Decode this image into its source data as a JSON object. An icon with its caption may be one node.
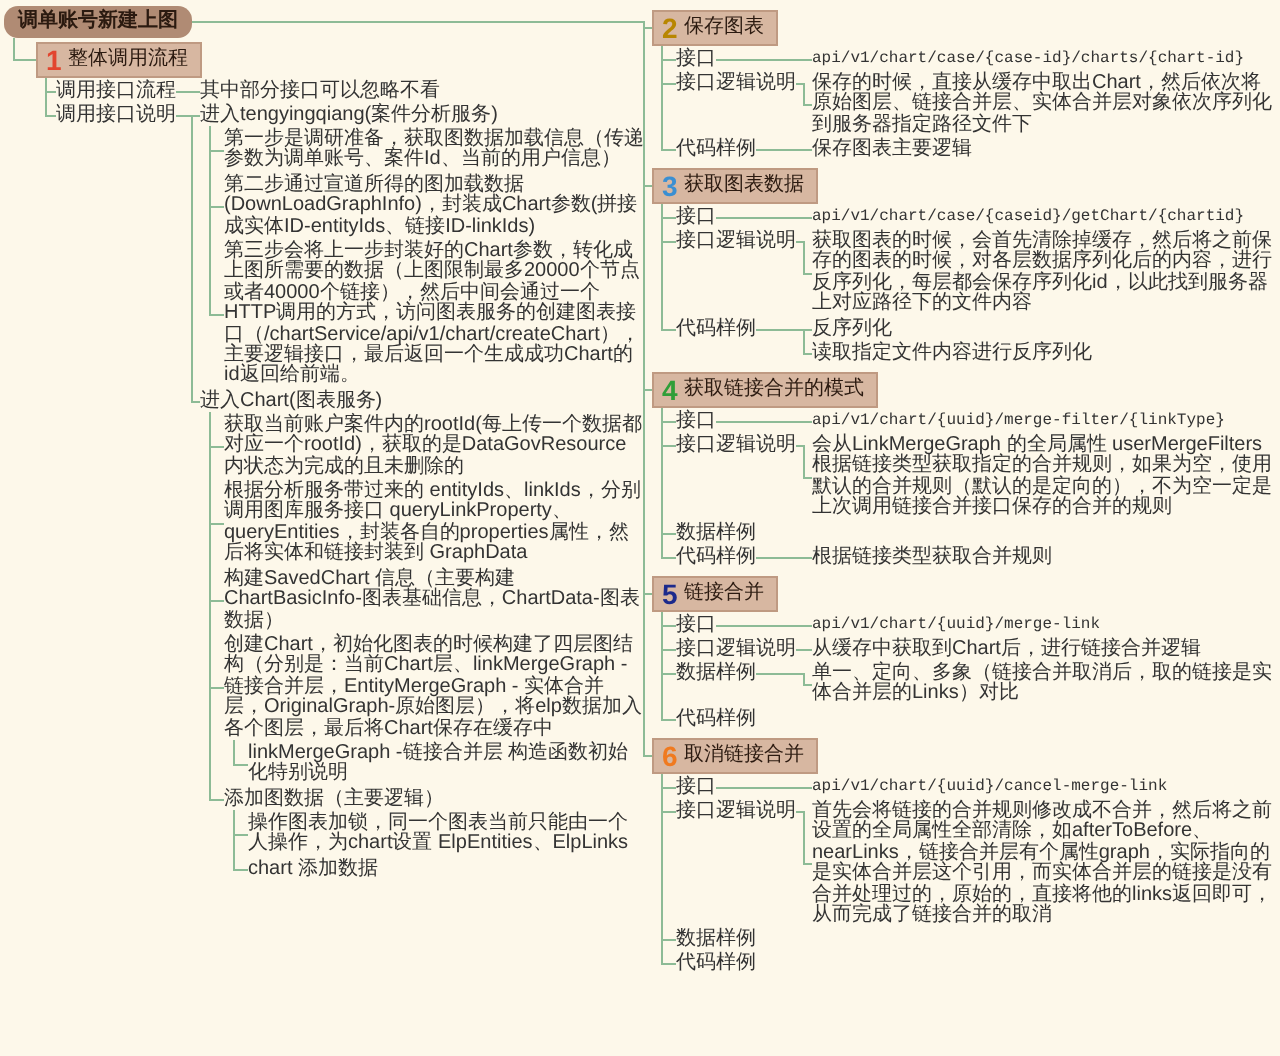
{
  "diagram": {
    "nodes": [
      {
        "text": [
          "调单账号新建上图"
        ]
      },
      {
        "text": [
          "1",
          "整体调用流程"
        ]
      },
      {
        "text": [
          "调用接口流程"
        ]
      },
      {
        "text": [
          "其中部分接口可以忽略不看"
        ]
      },
      {
        "text": [
          "调用接口说明"
        ]
      },
      {
        "text": [
          "进入tengyingqiang(案件分析服务)"
        ]
      },
      {
        "text": [
          "第一步是调研准备，获取图数据加载信息（传递参数为调单账号、案件Id、当前的用户信息）"
        ]
      },
      {
        "text": [
          "第二步通过宣道所得的图加载数据(DownLoadGraphInfo)，封装成Chart参数(拼接成实体ID-entityIds、链接ID-linkIds)"
        ]
      },
      {
        "text": [
          "第三步会将上一步封装好的Chart参数，转化成上图所需要的数据（上图限制最多20000个节点或者40000个链接），然后中间会通过一个HTTP调用的方式，访问图表服务的创建图表接口（/chartService/api/v1/chart/createChart），主要逻辑接口，最后返回一个生成成功Chart的id返回给前端。"
        ]
      },
      {
        "text": [
          "进入Chart(图表服务)"
        ]
      },
      {
        "text": [
          "获取当前账户案件内的rootId(每上传一个数据都对应一个rootId)，获取的是DataGovResource内状态为完成的且未删除的"
        ]
      },
      {
        "text": [
          "根据分析服务带过来的 entityIds、linkIds，分别调用图库服务接口 queryLinkProperty、queryEntities，封装各自的properties属性，然后将实体和链接封装到 GraphData"
        ]
      },
      {
        "text": [
          "构建SavedChart 信息（主要构建ChartBasicInfo-图表基础信息，ChartData-图表数据）"
        ]
      },
      {
        "text": [
          "创建Chart，初始化图表的时候构建了四层图结构（分别是：当前Chart层、linkMergeGraph -链接合并层，EntityMergeGraph - 实体合并层，OriginalGraph-原始图层），将elp数据加入各个图层，最后将Chart保存在缓存中"
        ]
      },
      {
        "text": [
          "linkMergeGraph -链接合并层 构造函数初始化特别说明"
        ]
      },
      {
        "text": [
          "添加图数据（主要逻辑）"
        ]
      },
      {
        "text": [
          "操作图表加锁，同一个图表当前只能由一个人操作，为chart设置 ElpEntities、ElpLinks"
        ]
      },
      {
        "text": [
          "chart 添加数据"
        ]
      },
      {
        "text": [
          "2",
          "保存图表"
        ]
      },
      {
        "text": [
          "接口"
        ]
      },
      {
        "text": [
          "api/v1/chart/case/{case-id}/charts/{chart-id}"
        ]
      },
      {
        "text": [
          "接口逻辑说明"
        ]
      },
      {
        "text": [
          "保存的时候，直接从缓存中取出Chart，然后依次将原始图层、链接合并层、实体合并层对象依次序列化到服务器指定路径文件下"
        ]
      },
      {
        "text": [
          "代码样例"
        ]
      },
      {
        "text": [
          "保存图表主要逻辑"
        ]
      },
      {
        "text": [
          "3",
          "获取图表数据"
        ]
      },
      {
        "text": [
          "接口"
        ]
      },
      {
        "text": [
          "api/v1/chart/case/{caseid}/getChart/{chartid}"
        ]
      },
      {
        "text": [
          "接口逻辑说明"
        ]
      },
      {
        "text": [
          "获取图表的时候，会首先清除掉缓存，然后将之前保存的图表的时候，对各层数据序列化后的内容，进行反序列化，每层都会保存序列化id，以此找到服务器上对应路径下的文件内容"
        ]
      },
      {
        "text": [
          "代码样例"
        ]
      },
      {
        "text": [
          "反序列化"
        ]
      },
      {
        "text": [
          "读取指定文件内容进行反序列化"
        ]
      },
      {
        "text": [
          "4",
          "获取链接合并的模式"
        ]
      },
      {
        "text": [
          "接口"
        ]
      },
      {
        "text": [
          "api/v1/chart/{uuid}/merge-filter/{linkType}"
        ]
      },
      {
        "text": [
          "接口逻辑说明"
        ]
      },
      {
        "text": [
          "会从LinkMergeGraph 的全局属性 userMergeFilters 根据链接类型获取指定的合并规则，如果为空，使用默认的合并规则（默认的是定向的），不为空一定是上次调用链接合并接口保存的合并的规则"
        ]
      },
      {
        "text": [
          "数据样例"
        ]
      },
      {
        "text": [
          "代码样例"
        ]
      },
      {
        "text": [
          "根据链接类型获取合并规则"
        ]
      },
      {
        "text": [
          "5",
          "链接合并"
        ]
      },
      {
        "text": [
          "接口"
        ]
      },
      {
        "text": [
          "api/v1/chart/{uuid}/merge-link"
        ]
      },
      {
        "text": [
          "接口逻辑说明"
        ]
      },
      {
        "text": [
          "从缓存中获取到Chart后，进行链接合并逻辑"
        ]
      },
      {
        "text": [
          "数据样例"
        ]
      },
      {
        "text": [
          "单一、定向、多象（链接合并取消后，取的链接是实体合并层的Links）对比"
        ]
      },
      {
        "text": [
          "代码样例"
        ]
      },
      {
        "text": [
          "6",
          "取消链接合并"
        ]
      },
      {
        "text": [
          "接口"
        ]
      },
      {
        "text": [
          "api/v1/chart/{uuid}/cancel-merge-link"
        ]
      },
      {
        "text": [
          "接口逻辑说明"
        ]
      },
      {
        "text": [
          "首先会将链接的合并规则修改成不合并，然后将之前设置的全局属性全部清除，如afterToBefore、nearLinks，链接合并层有个属性graph，实际指向的是实体合并层这个引用，而实体合并层的链接是没有合并处理过的，原始的，直接将他的links返回即可，从而完成了链接合并的取消"
        ]
      },
      {
        "text": [
          "数据样例"
        ]
      },
      {
        "text": [
          "代码样例"
        ]
      }
    ],
    "edges": [
      {
        "from": 0,
        "to": 1,
        "arrow": "none"
      },
      {
        "from": 1,
        "to": 2,
        "arrow": "none"
      },
      {
        "from": 2,
        "to": 3,
        "arrow": "none"
      },
      {
        "from": 1,
        "to": 4,
        "arrow": "none"
      },
      {
        "from": 4,
        "to": 5,
        "arrow": "none"
      },
      {
        "from": 5,
        "to": 6,
        "arrow": "none"
      },
      {
        "from": 5,
        "to": 7,
        "arrow": "none"
      },
      {
        "from": 5,
        "to": 8,
        "arrow": "none"
      },
      {
        "from": 4,
        "to": 9,
        "arrow": "none"
      },
      {
        "from": 9,
        "to": 10,
        "arrow": "none"
      },
      {
        "from": 9,
        "to": 11,
        "arrow": "none"
      },
      {
        "from": 9,
        "to": 12,
        "arrow": "none"
      },
      {
        "from": 9,
        "to": 13,
        "arrow": "none"
      },
      {
        "from": 13,
        "to": 14,
        "arrow": "none"
      },
      {
        "from": 9,
        "to": 15,
        "arrow": "none"
      },
      {
        "from": 15,
        "to": 16,
        "arrow": "none"
      },
      {
        "from": 15,
        "to": 17,
        "arrow": "none"
      },
      {
        "from": 0,
        "to": 18,
        "arrow": "none"
      },
      {
        "from": 18,
        "to": 19,
        "arrow": "none"
      },
      {
        "from": 19,
        "to": 20,
        "arrow": "none"
      },
      {
        "from": 18,
        "to": 21,
        "arrow": "none"
      },
      {
        "from": 21,
        "to": 22,
        "arrow": "none"
      },
      {
        "from": 18,
        "to": 23,
        "arrow": "none"
      },
      {
        "from": 23,
        "to": 24,
        "arrow": "none"
      },
      {
        "from": 0,
        "to": 25,
        "arrow": "none"
      },
      {
        "from": 25,
        "to": 26,
        "arrow": "none"
      },
      {
        "from": 26,
        "to": 27,
        "arrow": "none"
      },
      {
        "from": 25,
        "to": 28,
        "arrow": "none"
      },
      {
        "from": 28,
        "to": 29,
        "arrow": "none"
      },
      {
        "from": 25,
        "to": 30,
        "arrow": "none"
      },
      {
        "from": 30,
        "to": 31,
        "arrow": "none"
      },
      {
        "from": 30,
        "to": 32,
        "arrow": "none"
      },
      {
        "from": 0,
        "to": 33,
        "arrow": "none"
      },
      {
        "from": 33,
        "to": 34,
        "arrow": "none"
      },
      {
        "from": 34,
        "to": 35,
        "arrow": "none"
      },
      {
        "from": 33,
        "to": 36,
        "arrow": "none"
      },
      {
        "from": 36,
        "to": 37,
        "arrow": "none"
      },
      {
        "from": 33,
        "to": 38,
        "arrow": "none"
      },
      {
        "from": 33,
        "to": 39,
        "arrow": "none"
      },
      {
        "from": 39,
        "to": 40,
        "arrow": "none"
      },
      {
        "from": 0,
        "to": 41,
        "arrow": "none"
      },
      {
        "from": 41,
        "to": 42,
        "arrow": "none"
      },
      {
        "from": 42,
        "to": 43,
        "arrow": "none"
      },
      {
        "from": 41,
        "to": 44,
        "arrow": "none"
      },
      {
        "from": 44,
        "to": 45,
        "arrow": "none"
      },
      {
        "from": 41,
        "to": 46,
        "arrow": "none"
      },
      {
        "from": 46,
        "to": 47,
        "arrow": "none"
      },
      {
        "from": 41,
        "to": 48,
        "arrow": "none"
      },
      {
        "from": 0,
        "to": 49,
        "arrow": "none"
      },
      {
        "from": 49,
        "to": 50,
        "arrow": "none"
      },
      {
        "from": 50,
        "to": 51,
        "arrow": "none"
      },
      {
        "from": 49,
        "to": 52,
        "arrow": "none"
      },
      {
        "from": 52,
        "to": 53,
        "arrow": "none"
      },
      {
        "from": 49,
        "to": 54,
        "arrow": "none"
      },
      {
        "from": 49,
        "to": 55,
        "arrow": "none"
      }
    ]
  }
}
